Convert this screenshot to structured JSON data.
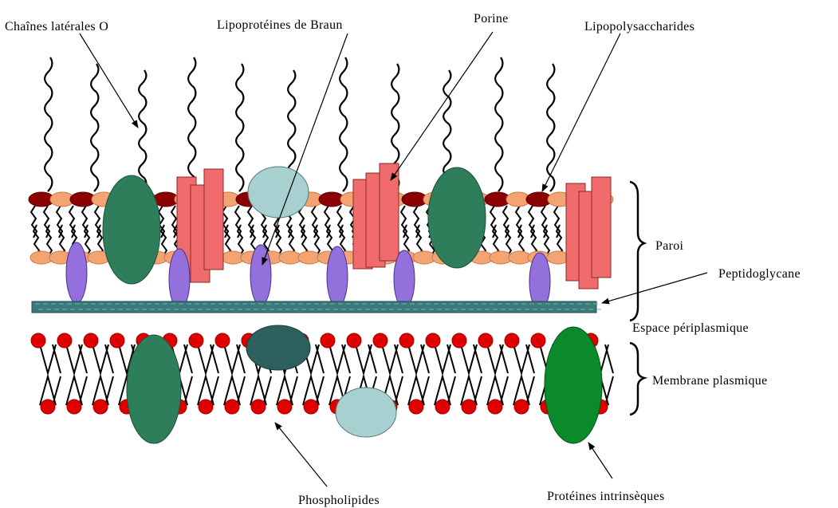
{
  "labels": {
    "o_side_chains": "Chaînes latérales O",
    "braun_lipoproteins": "Lipoprotéines de Braun",
    "porin": "Porine",
    "lipopolysaccharides": "Lipopolysaccharides",
    "wall": "Paroi",
    "peptidoglycan": "Peptidoglycane",
    "periplasmic_space": "Espace périplasmique",
    "plasma_membrane": "Membrane plasmique",
    "phospholipids": "Phospholipides",
    "intrinsic_proteins": "Protéines intrinsèques"
  },
  "colors": {
    "lps_head": "#8b0000",
    "outer_lipid_head": "#f4a373",
    "outer_protein": "#2e7d5b",
    "porin": "#f06b6b",
    "braun_lipoprotein": "#9370db",
    "periplasmic_protein": "#a8d0d0",
    "peptidoglycan": "#3a7a7a",
    "phospholipid_head": "#e00000",
    "membrane_protein_dark": "#2e5f5f",
    "intrinsic_protein": "#0a8a2a",
    "chain": "#000000"
  }
}
